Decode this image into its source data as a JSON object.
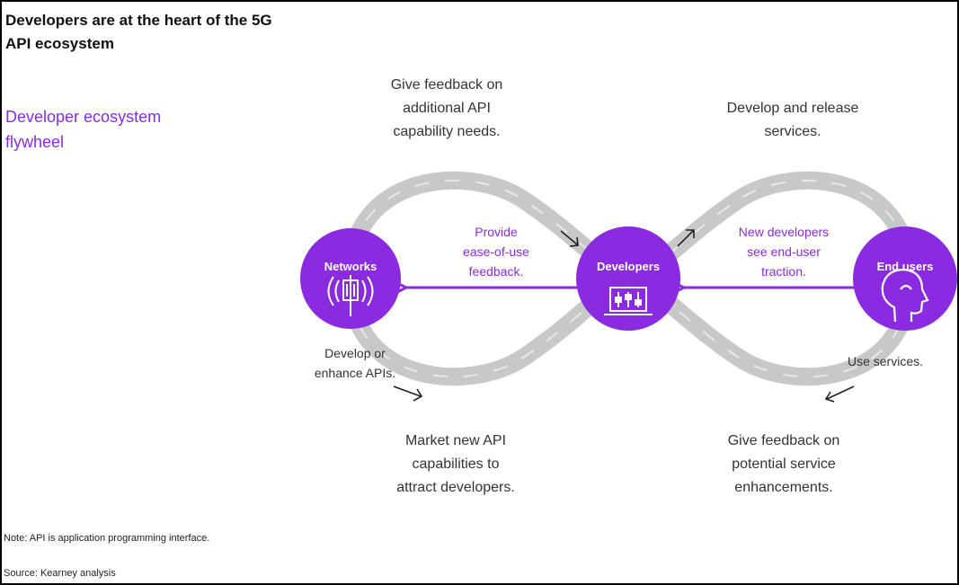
{
  "header": {
    "title": "Developers are at the heart of the 5G API ecosystem",
    "subtitle": "Developer ecosystem flywheel"
  },
  "nodes": {
    "networks": "Networks",
    "developers": "Developers",
    "end_users": "End users"
  },
  "labels": {
    "feedback_api": "Give feedback on\nadditional API\ncapability needs.",
    "develop_release": "Develop and release\nservices.",
    "ease_of_use": "Provide\nease-of-use\nfeedback.",
    "new_developers": "New developers\nsee end-user\ntraction.",
    "develop_apis": "Develop or\nenhance APIs.",
    "use_services": "Use services.",
    "market_api": "Market new API\ncapabilities to\nattract developers.",
    "feedback_service": "Give feedback on\npotential service\nenhancements."
  },
  "footer": {
    "note": "Note: API is application programming interface.",
    "source": "Source: Kearney analysis"
  },
  "colors": {
    "accent": "#8a2be2",
    "loop": "#c8c8c8"
  }
}
